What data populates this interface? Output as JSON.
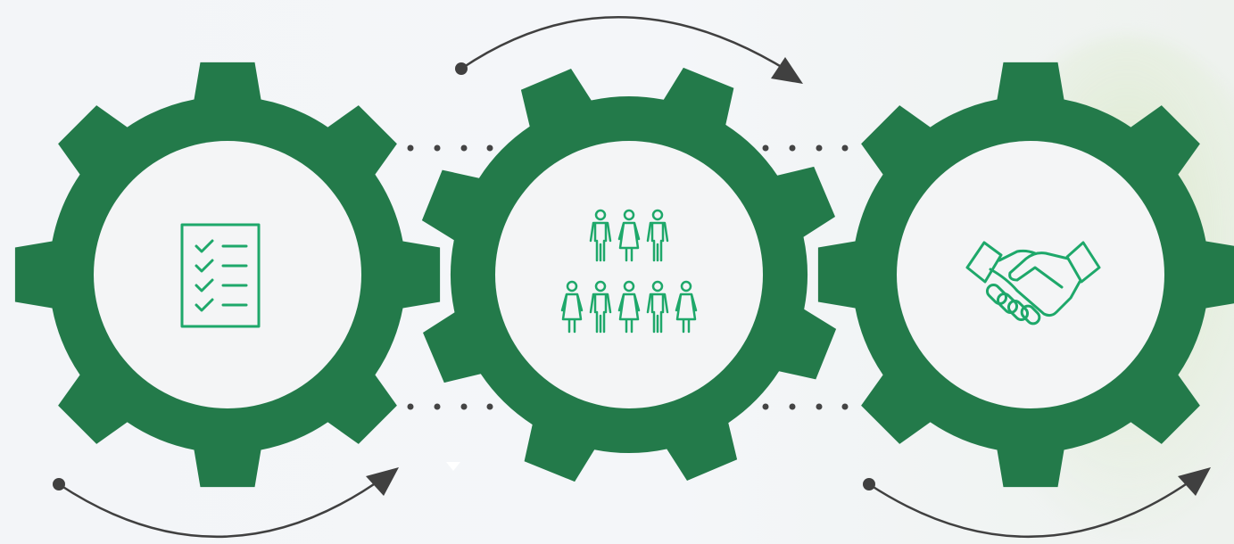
{
  "colors": {
    "gear": "#237a4a",
    "gear_inner": "#f4f5f6",
    "icon_stroke": "#1ea86a",
    "arrow": "#404040",
    "dots": "#444444",
    "background": "#f3f5f8"
  },
  "gears": [
    {
      "icon": "checklist-icon"
    },
    {
      "icon": "people-group-icon"
    },
    {
      "icon": "handshake-icon"
    }
  ],
  "arrows": [
    {
      "position": "bottom-left",
      "direction": "clockwise"
    },
    {
      "position": "top-middle",
      "direction": "clockwise"
    },
    {
      "position": "bottom-right",
      "direction": "clockwise"
    }
  ]
}
